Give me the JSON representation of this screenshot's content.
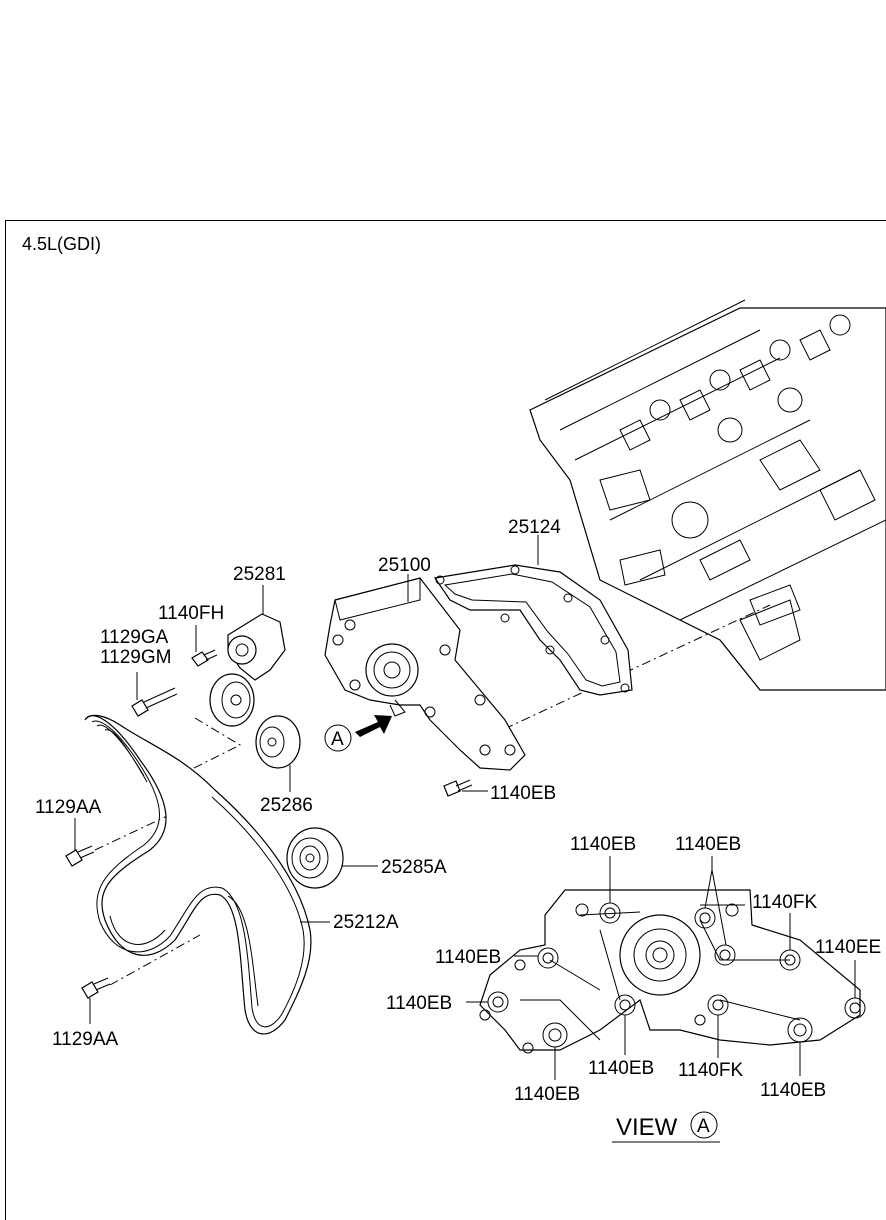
{
  "diagram": {
    "engine_label": "4.5L(GDI)",
    "view_label": "VIEW",
    "view_marker": "A",
    "arrow_marker": "A",
    "parts": {
      "p25281": "25281",
      "p1140FH": "1140FH",
      "p1129GA": "1129GA",
      "p1129GM": "1129GM",
      "p25100": "25100",
      "p25124": "25124",
      "p1129AA_top": "1129AA",
      "p25286": "25286",
      "p1140EB_main": "1140EB",
      "p25285A": "25285A",
      "p25212A": "25212A",
      "p1129AA_bottom": "1129AA"
    },
    "view_callouts": {
      "eb_top1": "1140EB",
      "eb_top2": "1140EB",
      "fk_right_top": "1140FK",
      "eb_far_right": "1140EE",
      "eb_left1": "1140EB",
      "eb_left2": "1140EB",
      "eb_bottom1": "1140EB",
      "eb_bottom_mid": "1140EB",
      "fk_bottom": "1140FK",
      "eb_bottom_right": "1140EB"
    }
  }
}
